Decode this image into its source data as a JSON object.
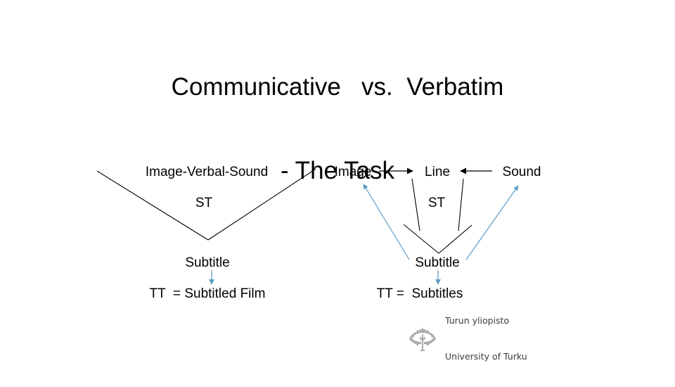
{
  "slide": {
    "background_color": "#ffffff",
    "title": {
      "line1": "Communicative   vs.  Verbatim",
      "line2": "- The Task"
    }
  },
  "colors": {
    "text": "#000000",
    "connector_black": "#000000",
    "connector_blue": "#5b9bc4",
    "logo_grey": "#a9a9a9",
    "logo_text": "#3b3b3b"
  },
  "diagram_left": {
    "name": "communicative-diagram",
    "source_label": "Image-Verbal-Sound",
    "source_type": "ST",
    "target_label": "Subtitle",
    "target_type": "TT  = Subtitled Film"
  },
  "diagram_right": {
    "name": "verbatim-diagram",
    "source_left": "Image",
    "source_center": "Line",
    "source_right": "Sound",
    "source_type": "ST",
    "target_label": "Subtitle",
    "target_type": "TT =  Subtitles"
  },
  "logo": {
    "crest_name": "university-of-turku-crest",
    "line1": "Turun yliopisto",
    "line2": "University of Turku"
  }
}
